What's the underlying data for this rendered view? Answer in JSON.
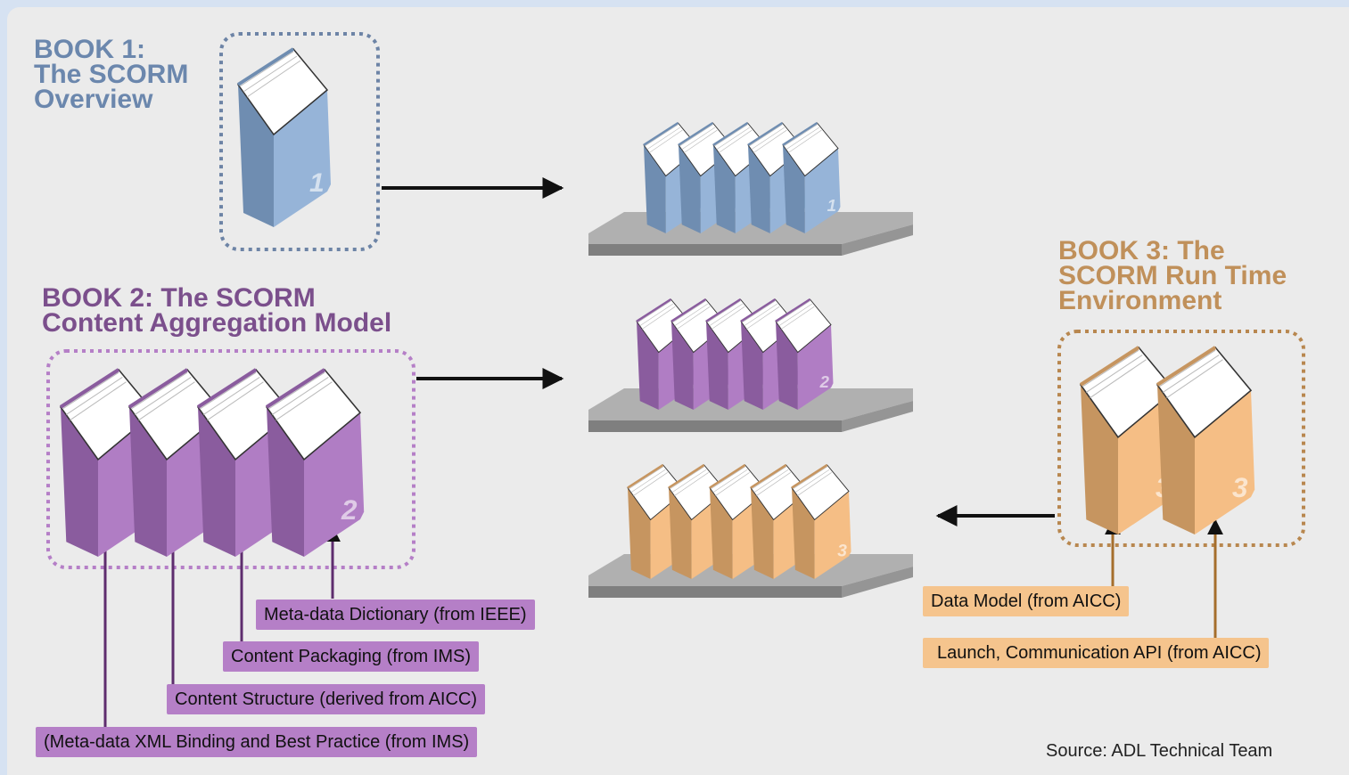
{
  "book1": {
    "title": "BOOK 1:\nThe SCORM\nOverview",
    "number": "1"
  },
  "book2": {
    "title": "BOOK 2: The SCORM\nContent Aggregation Model",
    "number": "2",
    "sources": [
      "Meta-data Dictionary (from IEEE)",
      "Content Packaging (from IMS)",
      "Content Structure (derived from AICC)",
      "(Meta-data XML Binding and Best Practice (from IMS)"
    ]
  },
  "book3": {
    "title": "BOOK 3: The\nSCORM Run Time\nEnvironment",
    "number": "3",
    "sources": [
      "Data Model (from AICC)",
      "Launch, Communication API (from AICC)"
    ]
  },
  "shelf_number_1": "1",
  "shelf_number_2": "2",
  "shelf_number_3": "3",
  "source_credit": "Source: ADL Technical Team",
  "colors": {
    "book1_cover": "#96b4d8",
    "book1_spine": "#6f8db1",
    "book2_cover": "#b07dc4",
    "book2_spine": "#8a5c9e",
    "book3_cover": "#f5be85",
    "book3_spine": "#c69560",
    "book2_label_bg": "#b57fc7",
    "book3_label_bg": "#f5c48d",
    "arrow": "#111111",
    "shelf": "#a5a5a5"
  },
  "icons": [
    "book-icon",
    "shelf-icon",
    "arrow-right-icon",
    "arrow-left-icon",
    "arrow-up-icon"
  ]
}
